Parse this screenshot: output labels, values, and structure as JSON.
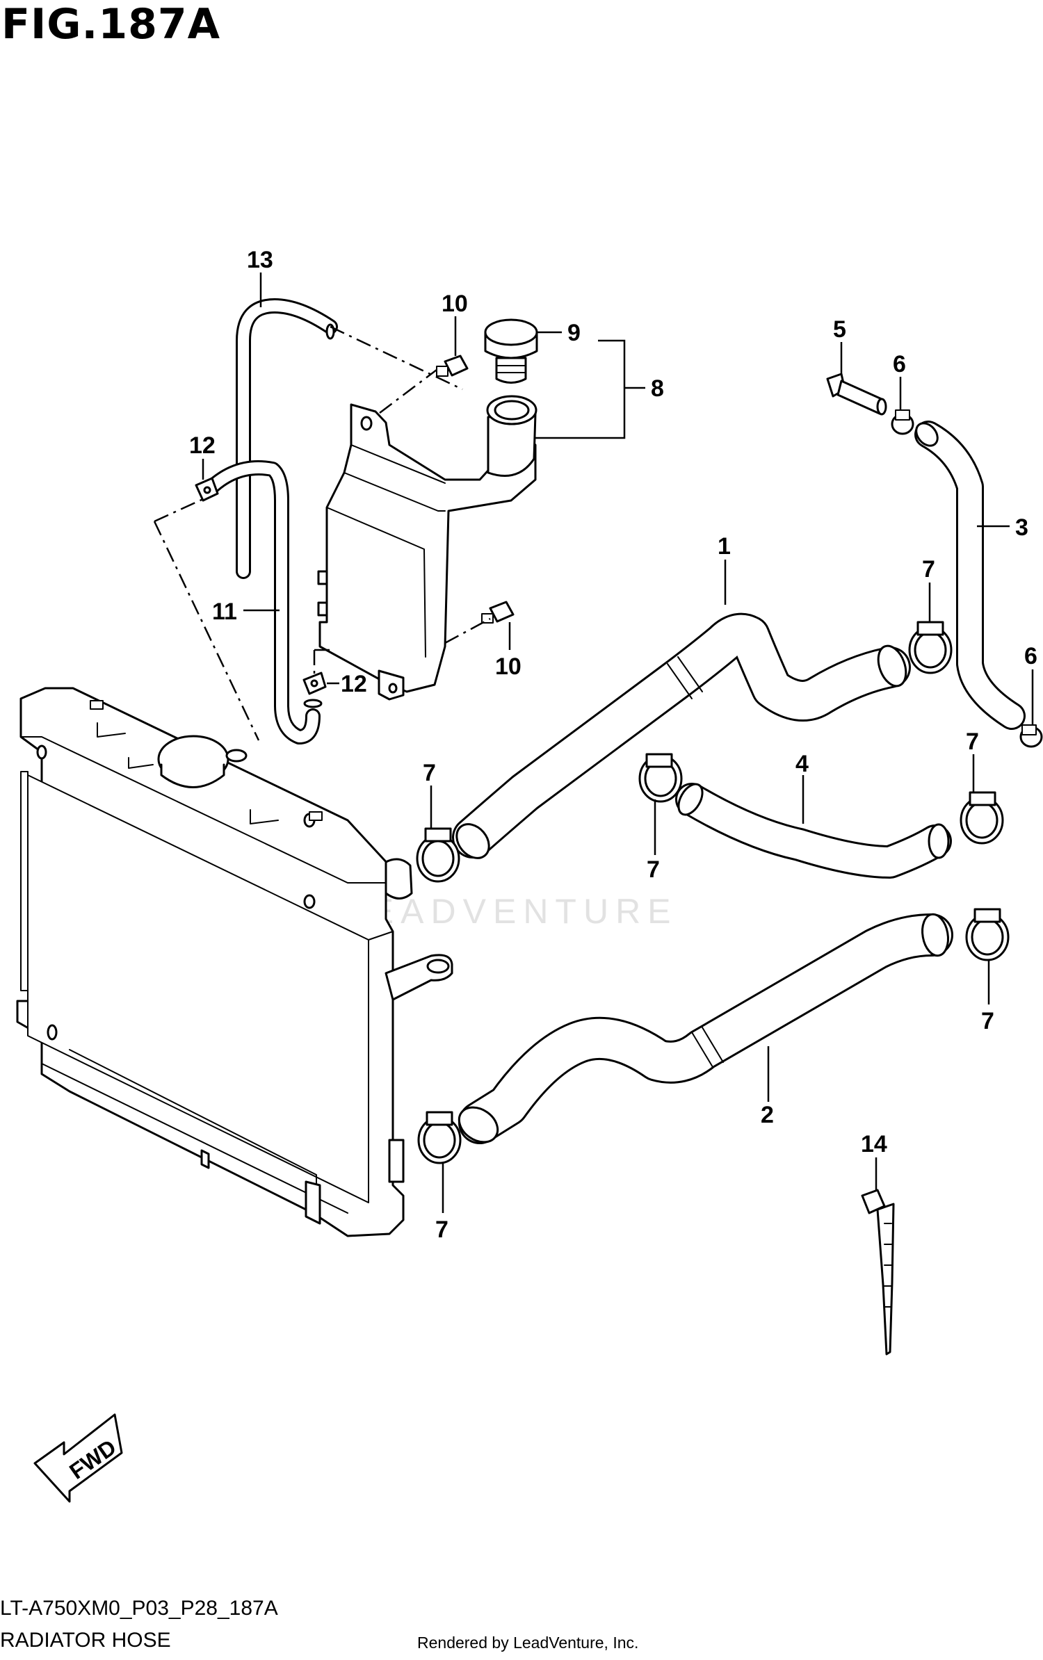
{
  "figure": {
    "title": "FIG.187A",
    "code": "LT-A750XM0_P03_P28_187A",
    "name": "RADIATOR HOSE",
    "rendered_by": "Rendered by LeadVenture, Inc.",
    "watermark": "LEADVENTURE",
    "fwd_label": "FWD"
  },
  "callouts": [
    {
      "id": "c1",
      "label": "1"
    },
    {
      "id": "c2",
      "label": "2"
    },
    {
      "id": "c3",
      "label": "3"
    },
    {
      "id": "c4",
      "label": "4"
    },
    {
      "id": "c5",
      "label": "5"
    },
    {
      "id": "c6a",
      "label": "6"
    },
    {
      "id": "c6b",
      "label": "6"
    },
    {
      "id": "c7a",
      "label": "7"
    },
    {
      "id": "c7b",
      "label": "7"
    },
    {
      "id": "c7c",
      "label": "7"
    },
    {
      "id": "c7d",
      "label": "7"
    },
    {
      "id": "c7e",
      "label": "7"
    },
    {
      "id": "c7f",
      "label": "7"
    },
    {
      "id": "c7g",
      "label": "7"
    },
    {
      "id": "c8",
      "label": "8"
    },
    {
      "id": "c9",
      "label": "9"
    },
    {
      "id": "c10a",
      "label": "10"
    },
    {
      "id": "c10b",
      "label": "10"
    },
    {
      "id": "c11",
      "label": "11"
    },
    {
      "id": "c12a",
      "label": "12"
    },
    {
      "id": "c12b",
      "label": "12"
    },
    {
      "id": "c13",
      "label": "13"
    },
    {
      "id": "c14",
      "label": "14"
    }
  ]
}
